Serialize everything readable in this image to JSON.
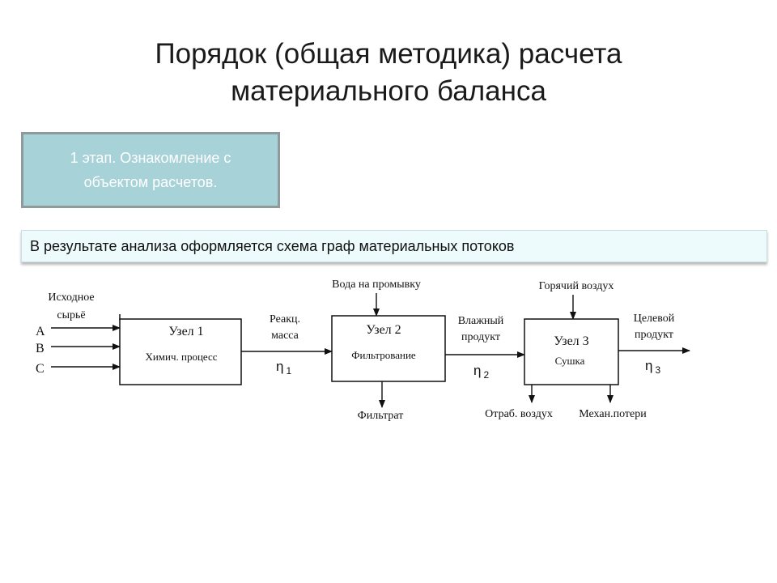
{
  "title": {
    "line1": "Порядок (общая методика) расчета",
    "line2": "материального баланса"
  },
  "stage": {
    "line1": "1 этап. Ознакомление с",
    "line2": "объектом расчетов."
  },
  "result": {
    "text": "В результате анализа оформляется схема граф материальных потоков"
  },
  "diagram": {
    "inputs": {
      "label_line1": "Исходное",
      "label_line2": "сырьё",
      "a": "A",
      "b": "B",
      "c": "C"
    },
    "node1": {
      "title": "Узел 1",
      "subtitle": "Химич. процесс"
    },
    "stream1": {
      "line1": "Реакц.",
      "line2": "масса",
      "eta": "η",
      "eta_sub": "1"
    },
    "water": "Вода на промывку",
    "node2": {
      "title": "Узел 2",
      "subtitle": "Фильтрование"
    },
    "filtrate": "Фильтрат",
    "stream2": {
      "line1": "Влажный",
      "line2": "продукт",
      "eta": "η",
      "eta_sub": "2"
    },
    "hot_air": "Горячий воздух",
    "node3": {
      "title": "Узел 3",
      "subtitle": "Сушка"
    },
    "exhaust_air": "Отраб. воздух",
    "mech_losses": "Механ.потери",
    "target": {
      "line1": "Целевой",
      "line2": "продукт",
      "eta": "η",
      "eta_sub": "3"
    }
  }
}
